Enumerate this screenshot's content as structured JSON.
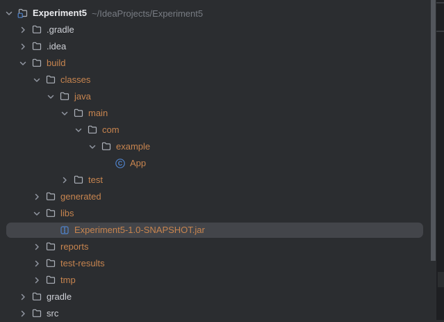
{
  "panel": {
    "name": "project-tree",
    "rows": [
      {
        "label": "Experiment5",
        "path": "~/IdeaProjects/Experiment5",
        "level": 0,
        "chevron": "expanded",
        "icon": "project-folder-icon",
        "role": "root",
        "selected": false
      },
      {
        "label": ".gradle",
        "level": 1,
        "chevron": "collapsed",
        "icon": "folder-icon",
        "role": "normal",
        "selected": false
      },
      {
        "label": ".idea",
        "level": 1,
        "chevron": "collapsed",
        "icon": "folder-icon",
        "role": "normal",
        "selected": false
      },
      {
        "label": "build",
        "level": 1,
        "chevron": "expanded",
        "icon": "folder-icon",
        "role": "excluded",
        "selected": false
      },
      {
        "label": "classes",
        "level": 2,
        "chevron": "expanded",
        "icon": "folder-icon",
        "role": "excluded",
        "selected": false
      },
      {
        "label": "java",
        "level": 3,
        "chevron": "expanded",
        "icon": "folder-icon",
        "role": "excluded",
        "selected": false
      },
      {
        "label": "main",
        "level": 4,
        "chevron": "expanded",
        "icon": "folder-icon",
        "role": "excluded",
        "selected": false
      },
      {
        "label": "com",
        "level": 5,
        "chevron": "expanded",
        "icon": "folder-icon",
        "role": "excluded",
        "selected": false
      },
      {
        "label": "example",
        "level": 6,
        "chevron": "expanded",
        "icon": "folder-icon",
        "role": "excluded",
        "selected": false
      },
      {
        "label": "App",
        "level": 7,
        "chevron": "none",
        "icon": "class-icon",
        "role": "excluded",
        "selected": false
      },
      {
        "label": "test",
        "level": 4,
        "chevron": "collapsed",
        "icon": "folder-icon",
        "role": "excluded",
        "selected": false
      },
      {
        "label": "generated",
        "level": 2,
        "chevron": "collapsed",
        "icon": "folder-icon",
        "role": "excluded",
        "selected": false
      },
      {
        "label": "libs",
        "level": 2,
        "chevron": "expanded",
        "icon": "folder-icon",
        "role": "excluded",
        "selected": false
      },
      {
        "label": "Experiment5-1.0-SNAPSHOT.jar",
        "level": 3,
        "chevron": "none",
        "icon": "jar-icon",
        "role": "excluded",
        "selected": true
      },
      {
        "label": "reports",
        "level": 2,
        "chevron": "collapsed",
        "icon": "folder-icon",
        "role": "excluded",
        "selected": false
      },
      {
        "label": "test-results",
        "level": 2,
        "chevron": "collapsed",
        "icon": "folder-icon",
        "role": "excluded",
        "selected": false
      },
      {
        "label": "tmp",
        "level": 2,
        "chevron": "collapsed",
        "icon": "folder-icon",
        "role": "excluded",
        "selected": false
      },
      {
        "label": "gradle",
        "level": 1,
        "chevron": "collapsed",
        "icon": "folder-icon",
        "role": "normal",
        "selected": false
      },
      {
        "label": "src",
        "level": 1,
        "chevron": "collapsed",
        "icon": "folder-icon",
        "role": "normal",
        "selected": false
      }
    ]
  },
  "colors": {
    "bg": "#2B2D30",
    "editor_strip": "#1E1F22",
    "selection": "#43454A",
    "text_normal": "#CED0D6",
    "text_root": "#ECEDF0",
    "text_excluded": "#C8854F",
    "text_path": "#787C83",
    "icon_folder": "#AEB3BB",
    "icon_blue": "#5083CC",
    "chevron": "#9196A1",
    "scrollbar": "#53565C"
  }
}
